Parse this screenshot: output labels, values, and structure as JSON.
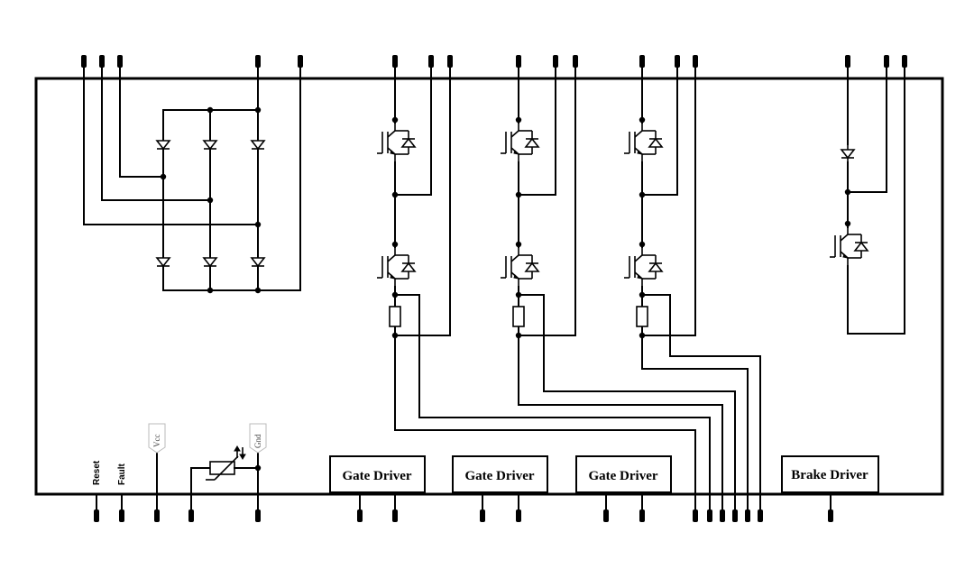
{
  "labels": {
    "reset": "Reset",
    "fault": "Fault",
    "vcc": "Vcc",
    "gnd": "Gnd"
  },
  "blocks": {
    "gate_driver_1": "Gate Driver",
    "gate_driver_2": "Gate Driver",
    "gate_driver_3": "Gate Driver",
    "brake_driver": "Brake Driver"
  }
}
